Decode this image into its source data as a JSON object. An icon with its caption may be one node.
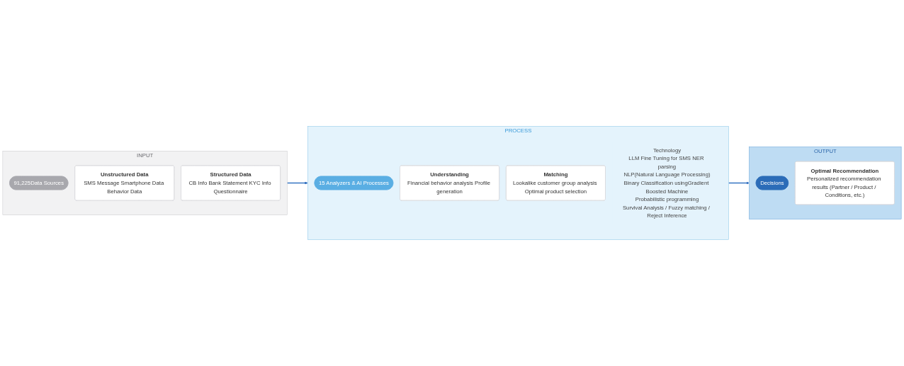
{
  "diagram": {
    "nodes": [
      {
        "text": [
          "INPUT"
        ]
      },
      {
        "text": [
          "91,225Data Sources"
        ],
        "in": 0
      },
      {
        "text": [
          "Unstructured Data",
          "SMS Message Smartphone Data Behavior Data"
        ],
        "in": 0
      },
      {
        "text": [
          "Structured Data",
          "CB Info Bank Statement KYC Info Questionnaire"
        ],
        "in": 0
      },
      {
        "text": [
          "PROCESS"
        ]
      },
      {
        "text": [
          "15 Analyzers & AI Processes"
        ],
        "in": 4
      },
      {
        "text": [
          "Understanding",
          "Financial behavior analysis Profile generation"
        ],
        "in": 4
      },
      {
        "text": [
          "Matching",
          "Lookalike customer group analysis Optimal product selection"
        ],
        "in": 4
      },
      {
        "text": [
          "Technology",
          "LLM Fine Tuning for SMS NER parsing",
          "NLP(Natural Language Processing)",
          "Binary Classification usingGradient Boosted Machine",
          "Probabilistic programming",
          "Survival Analysis / Fuzzy matching / Reject Inference"
        ],
        "in": 4
      },
      {
        "text": [
          "OUTPUT"
        ]
      },
      {
        "text": [
          "Decisions"
        ],
        "in": 9
      },
      {
        "text": [
          "Optimal Recommendation",
          "Personalized recommendation results (Partner / Product / Conditions, etc.)"
        ],
        "in": 9
      }
    ],
    "edges": [
      {
        "from": 0,
        "to": 4,
        "arrow": "to"
      },
      {
        "from": 4,
        "to": 9,
        "arrow": "to"
      }
    ]
  }
}
